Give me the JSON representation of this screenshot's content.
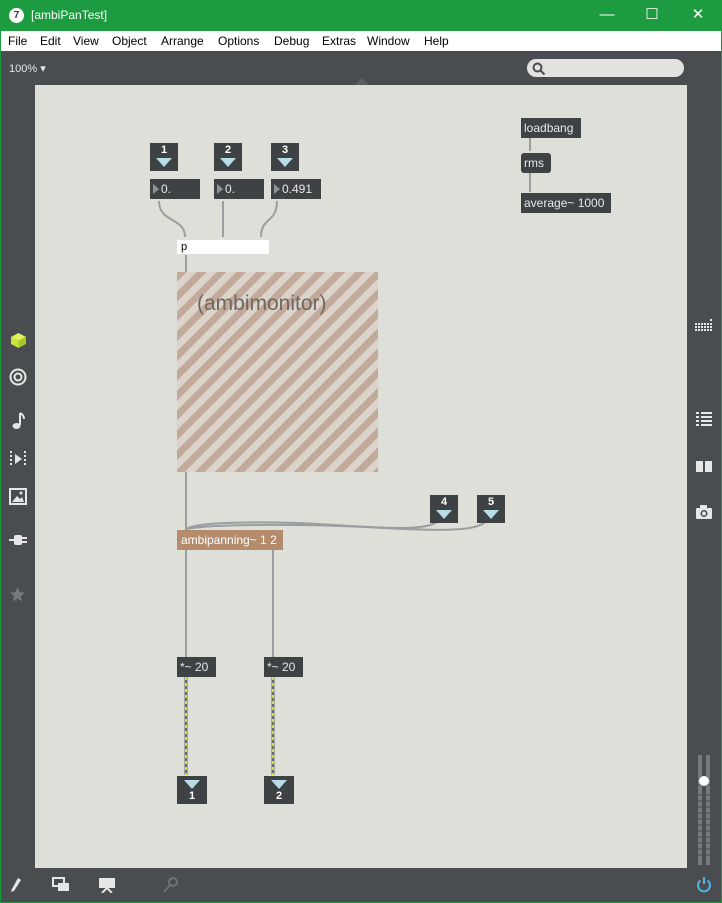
{
  "window": {
    "app_icon": "7",
    "title": "[ambiPanTest]",
    "controls": {
      "minimize": "—",
      "maximize": "☐",
      "close": "✕"
    }
  },
  "menu": [
    "File",
    "Edit",
    "View",
    "Object",
    "Arrange",
    "Options",
    "Debug",
    "Extras",
    "Window",
    "Help"
  ],
  "toolbar": {
    "zoom": "100% ▾",
    "search_placeholder": ""
  },
  "patch": {
    "inlets": [
      "1",
      "2",
      "3",
      "4",
      "5"
    ],
    "number_boxes": [
      "0.",
      "0.",
      "0.491"
    ],
    "subpatcher_label": "p",
    "bpatcher_label": "(ambimonitor)",
    "loadbang": "loadbang",
    "rms": "rms",
    "average": "average~ 1000",
    "ambipanning": "ambipanning~ 1 2",
    "gain_left": "*~ 20",
    "gain_right": "*~ 20",
    "outlets": [
      "1",
      "2"
    ]
  },
  "sidebar_left_icons": [
    "package-icon",
    "target-icon",
    "music-note-icon",
    "media-player-icon",
    "image-icon",
    "plug-icon",
    "star-icon"
  ],
  "sidebar_right_icons": [
    "grid-icon",
    "list-icon",
    "book-icon",
    "camera-icon",
    "level-meter-icon",
    "power-icon"
  ],
  "bottom_icons": [
    "pencil-icon",
    "windows-icon",
    "presentation-icon",
    "disabled-pin-icon"
  ],
  "colors": {
    "titlebar": "#1d9b40",
    "panel": "#4a4d4f",
    "canvas": "#dfdfd9",
    "object": "#3e4244",
    "ambipanning": "#b48b6b",
    "active_icon": "#c7e73a"
  }
}
